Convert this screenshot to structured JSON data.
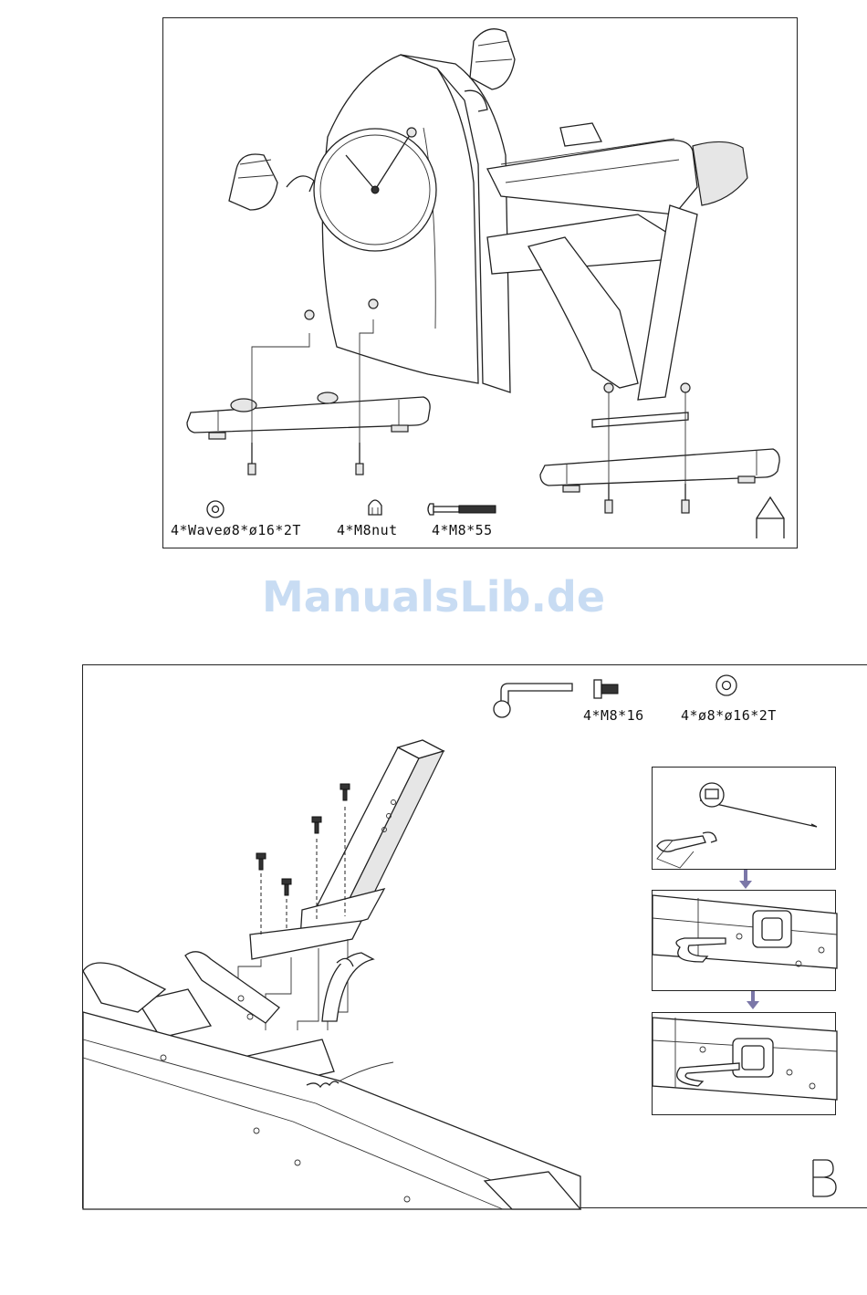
{
  "step_a": {
    "letter": "A",
    "parts": [
      {
        "label": "4*Waveø8*ø16*2T",
        "icon": "wave-washer-icon"
      },
      {
        "label": "4*M8nut",
        "icon": "acorn-nut-icon"
      },
      {
        "label": "4*M8*55",
        "icon": "carriage-bolt-icon"
      }
    ]
  },
  "watermark": "ManualsLib.de",
  "step_b": {
    "letter": "B",
    "parts": [
      {
        "label": "",
        "icon": "allen-key-icon"
      },
      {
        "label": "4*M8*16",
        "icon": "hex-bolt-icon"
      },
      {
        "label": "4*ø8*ø16*2T",
        "icon": "flat-washer-icon"
      }
    ]
  }
}
